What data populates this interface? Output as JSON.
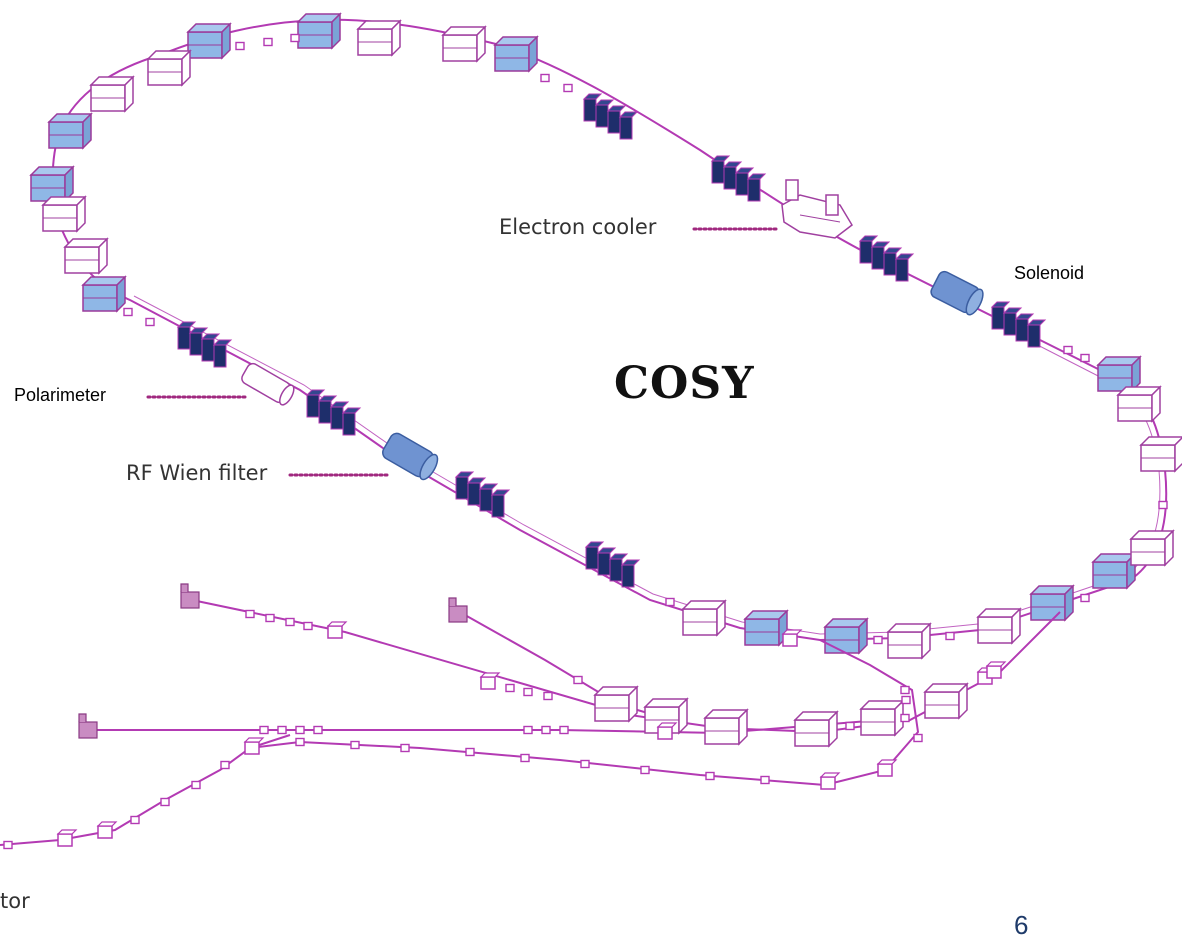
{
  "title": "COSY",
  "labels": {
    "electron_cooler": "Electron cooler",
    "solenoid": "Solenoid",
    "polarimeter": "Polarimeter",
    "rf_wien_filter": "RF Wien filter",
    "partial_bottom_left": "tor"
  },
  "page_number": "6",
  "colors": {
    "beamline": "#b33ab3",
    "leader_dots": "#a0287f",
    "dipole_fill": "#8fb7e6",
    "quadrupole_fill": "#1e2e6b",
    "cylinder_fill": "#6f93d1",
    "target_fill": "#c98cc2"
  }
}
